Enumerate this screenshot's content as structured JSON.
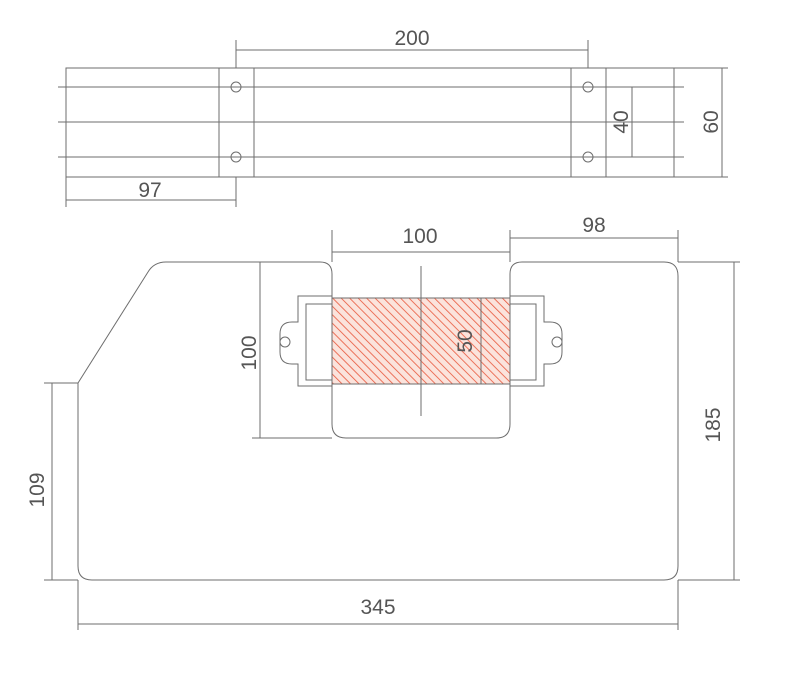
{
  "colors": {
    "line": "#6e6e6e",
    "hatch": "#e8553a",
    "hatch_bg": "#fbe3dc",
    "text": "#555555",
    "background": "#ffffff"
  },
  "dimensions": {
    "top_width": "200",
    "top_offset": "97",
    "top_height_outer": "60",
    "top_height_inner": "40",
    "slot_width": "100",
    "right_width": "98",
    "slot_depth": "100",
    "hatch_height": "50",
    "left_height": "109",
    "total_height": "185",
    "total_width": "345"
  }
}
